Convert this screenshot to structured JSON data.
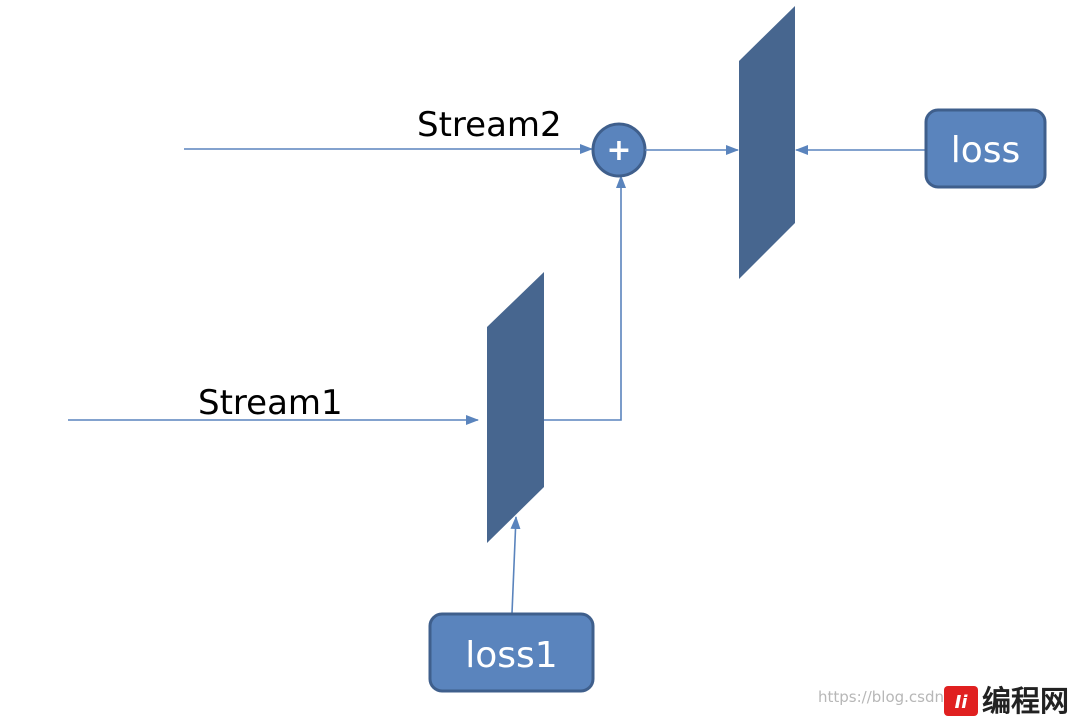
{
  "labels": {
    "stream2": "Stream2",
    "stream1": "Stream1"
  },
  "sum_node": {
    "symbol": "+"
  },
  "boxes": {
    "loss": "loss",
    "loss1": "loss1"
  },
  "watermark": {
    "url": "https://blog.csdn",
    "logo_text": "编程网"
  },
  "colors": {
    "line": "#5a84bd",
    "block_fill": "#47668f",
    "box_fill": "#5a84bd",
    "box_stroke": "#3f5f8c",
    "text": "#000000",
    "box_text": "#ffffff",
    "watermark_url": "#b7b7b7",
    "watermark_logo_red": "#e02020",
    "watermark_logo_text": "#222222"
  }
}
